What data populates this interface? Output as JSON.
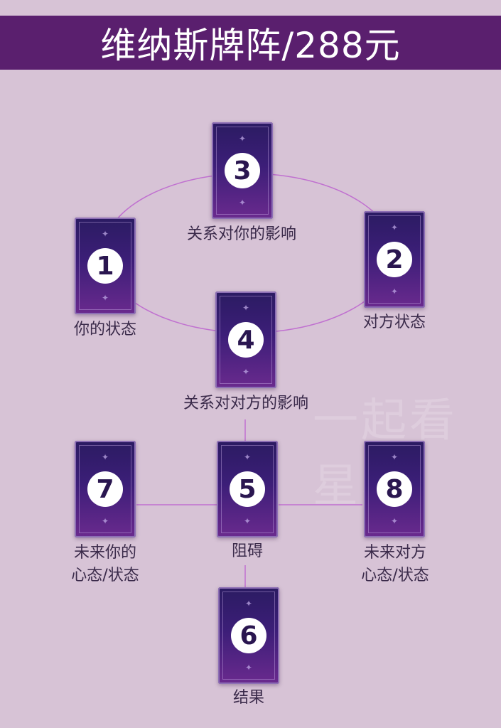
{
  "header": {
    "title": "维纳斯牌阵/288元"
  },
  "cards": [
    {
      "number": "1",
      "label": "你的状态"
    },
    {
      "number": "2",
      "label": "对方状态"
    },
    {
      "number": "3",
      "label": "关系对你的影响"
    },
    {
      "number": "4",
      "label": "关系对对方的影响"
    },
    {
      "number": "5",
      "label": "阻碍"
    },
    {
      "number": "6",
      "label": "结果"
    },
    {
      "number": "7",
      "label_line1": "未来你的",
      "label_line2": "心态/状态"
    },
    {
      "number": "8",
      "label_line1": "未来对方",
      "label_line2": "心态/状态"
    }
  ],
  "watermark": "一起看星星",
  "colors": {
    "background": "#d7c3d6",
    "header": "#5a1f6e",
    "line": "#c070d0"
  }
}
